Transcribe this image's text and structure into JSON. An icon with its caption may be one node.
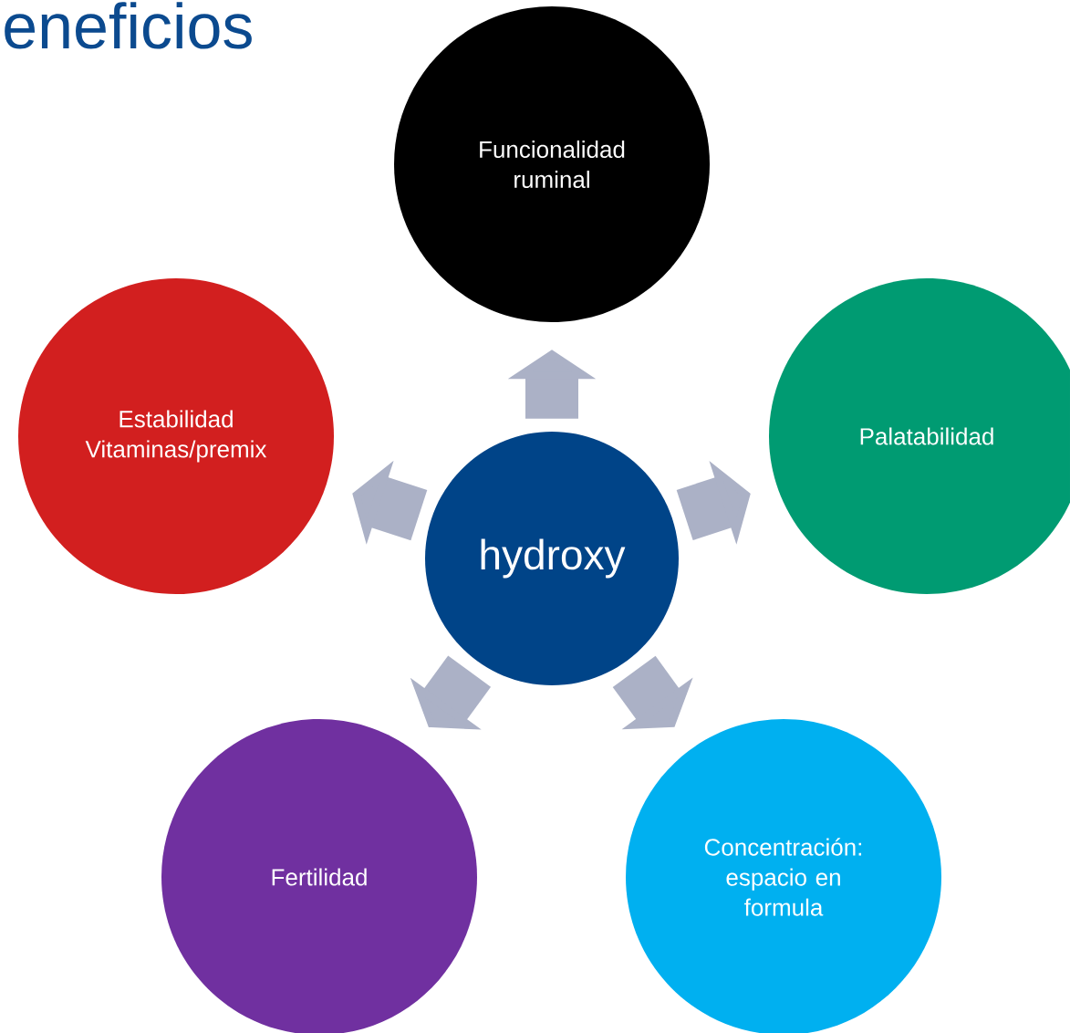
{
  "diagram": {
    "title": "eneficios",
    "nodes": [
      {
        "text": [
          "Funcionalidad ruminal"
        ]
      },
      {
        "text": [
          "Estabilidad Vitaminas/premix"
        ]
      },
      {
        "text": [
          "hydroxy"
        ]
      },
      {
        "text": [
          "Palatabilidad"
        ]
      },
      {
        "text": [
          "Fertilidad"
        ]
      },
      {
        "text": [
          "Concentración: espacio en formula"
        ]
      }
    ],
    "edges": [
      {
        "from": 2,
        "to": 0,
        "arrow": "to"
      },
      {
        "from": 2,
        "to": 1,
        "arrow": "to"
      },
      {
        "from": 2,
        "to": 3,
        "arrow": "to"
      },
      {
        "from": 2,
        "to": 4,
        "arrow": "to"
      },
      {
        "from": 2,
        "to": 5,
        "arrow": "to"
      }
    ]
  }
}
